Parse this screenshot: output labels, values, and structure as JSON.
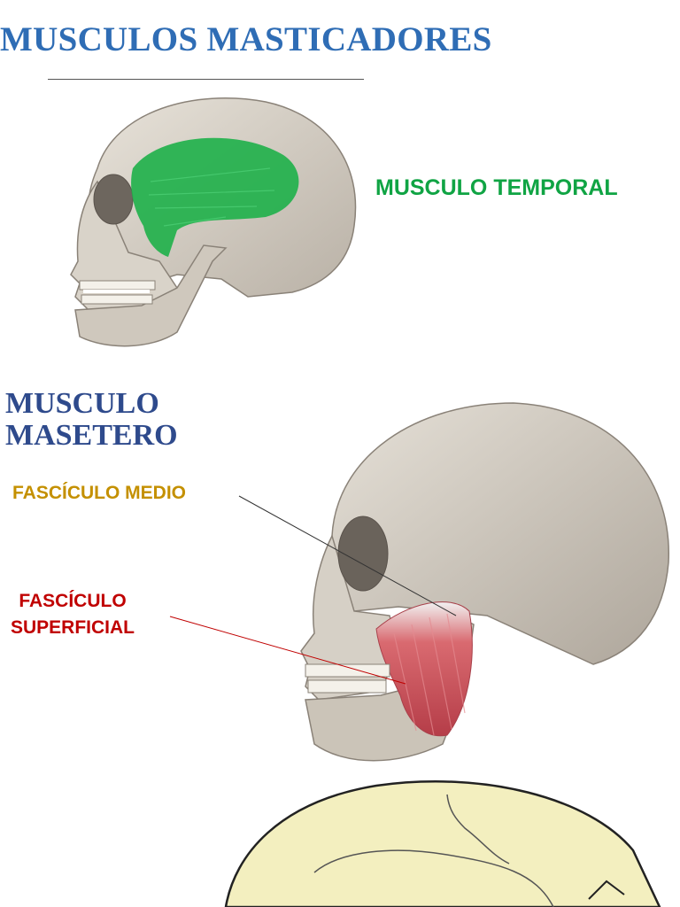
{
  "title": "MUSCULOS MASTICADORES",
  "labels": {
    "temporal": "MUSCULO TEMPORAL",
    "masetero_line1": "MUSCULO",
    "masetero_line2": "MASETERO",
    "fasciculo_medio": "FASCÍCULO MEDIO",
    "fasciculo_superficial_line1": "FASCÍCULO",
    "fasciculo_superficial_line2": "SUPERFICIAL"
  },
  "colors": {
    "title": "#2f6db5",
    "heading": "#2e4a8c",
    "temporal": "#10a444",
    "medio": "#c49000",
    "superficial": "#c00000",
    "bone": "#d8d2c8",
    "muscle_green": "#22b14c",
    "muscle_red": "#c9505a",
    "skull_yellow": "#f3efbf"
  }
}
